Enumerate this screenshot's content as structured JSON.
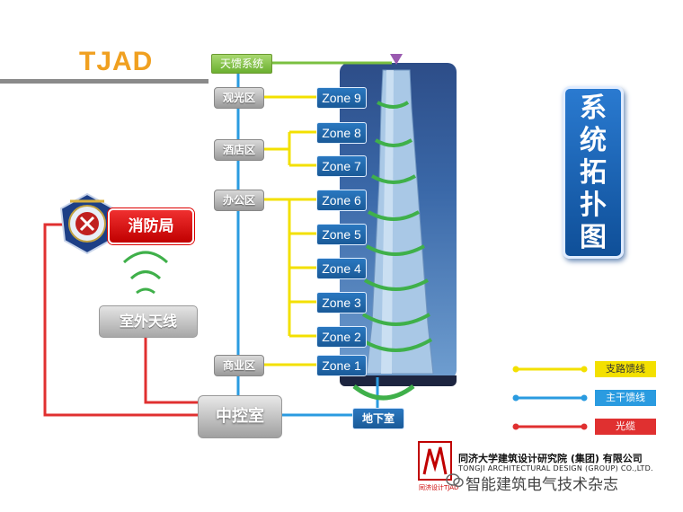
{
  "logo": {
    "text": "TJAD"
  },
  "antenna_system": "天馈系统",
  "zones_left": {
    "observation": "观光区",
    "hotel": "酒店区",
    "office": "办公区",
    "commercial": "商业区"
  },
  "zones": [
    "Zone 9",
    "Zone 8",
    "Zone 7",
    "Zone 6",
    "Zone 5",
    "Zone 4",
    "Zone 3",
    "Zone 2",
    "Zone 1"
  ],
  "fire_bureau": "消防局",
  "outdoor_antenna": "室外天线",
  "control_room": "中控室",
  "basement": "地下室",
  "title_chars": [
    "系",
    "统",
    "拓",
    "扑",
    "图"
  ],
  "legend": {
    "feeder": "支路馈线",
    "trunk": "主干馈线",
    "fiber": "光缆"
  },
  "org": {
    "cn": "同济大学建筑设计研究院 (集团) 有限公司",
    "en": "TONGJI ARCHITECTURAL DESIGN (GROUP) CO.,LTD.",
    "logo_caption": "同济设计TJAD"
  },
  "watermark": "智能建筑电气技术杂志",
  "colors": {
    "feeder": "#f3e000",
    "trunk": "#2a9be0",
    "fiber": "#e03030",
    "antenna_line": "#7ac040",
    "accent_orange": "#f0a020"
  }
}
